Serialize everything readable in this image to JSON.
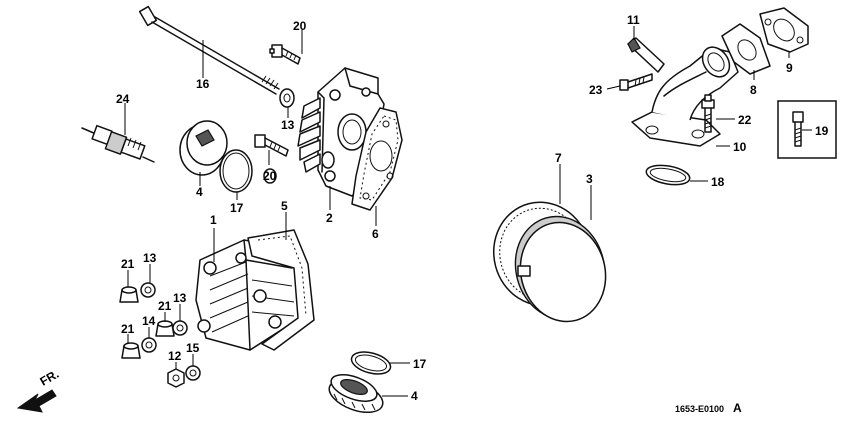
{
  "diagram": {
    "callouts": [
      {
        "id": "c1",
        "text": "1"
      },
      {
        "id": "c2",
        "text": "2"
      },
      {
        "id": "c3",
        "text": "3"
      },
      {
        "id": "c4a",
        "text": "4"
      },
      {
        "id": "c4b",
        "text": "4"
      },
      {
        "id": "c5",
        "text": "5"
      },
      {
        "id": "c6",
        "text": "6"
      },
      {
        "id": "c7",
        "text": "7"
      },
      {
        "id": "c8",
        "text": "8"
      },
      {
        "id": "c9",
        "text": "9"
      },
      {
        "id": "c10",
        "text": "10"
      },
      {
        "id": "c11",
        "text": "11"
      },
      {
        "id": "c12",
        "text": "12"
      },
      {
        "id": "c13a",
        "text": "13"
      },
      {
        "id": "c13b",
        "text": "13"
      },
      {
        "id": "c13c",
        "text": "13"
      },
      {
        "id": "c14",
        "text": "14"
      },
      {
        "id": "c15",
        "text": "15"
      },
      {
        "id": "c16",
        "text": "16"
      },
      {
        "id": "c17a",
        "text": "17"
      },
      {
        "id": "c17b",
        "text": "17"
      },
      {
        "id": "c18",
        "text": "18"
      },
      {
        "id": "c19",
        "text": "19"
      },
      {
        "id": "c20a",
        "text": "20"
      },
      {
        "id": "c20b",
        "text": "20"
      },
      {
        "id": "c21a",
        "text": "21"
      },
      {
        "id": "c21b",
        "text": "21"
      },
      {
        "id": "c21c",
        "text": "21"
      },
      {
        "id": "c22",
        "text": "22"
      },
      {
        "id": "c23",
        "text": "23"
      },
      {
        "id": "c24",
        "text": "24"
      }
    ],
    "front_label": "FR.",
    "drawing_code": "1653-E0100",
    "revision": "A"
  }
}
